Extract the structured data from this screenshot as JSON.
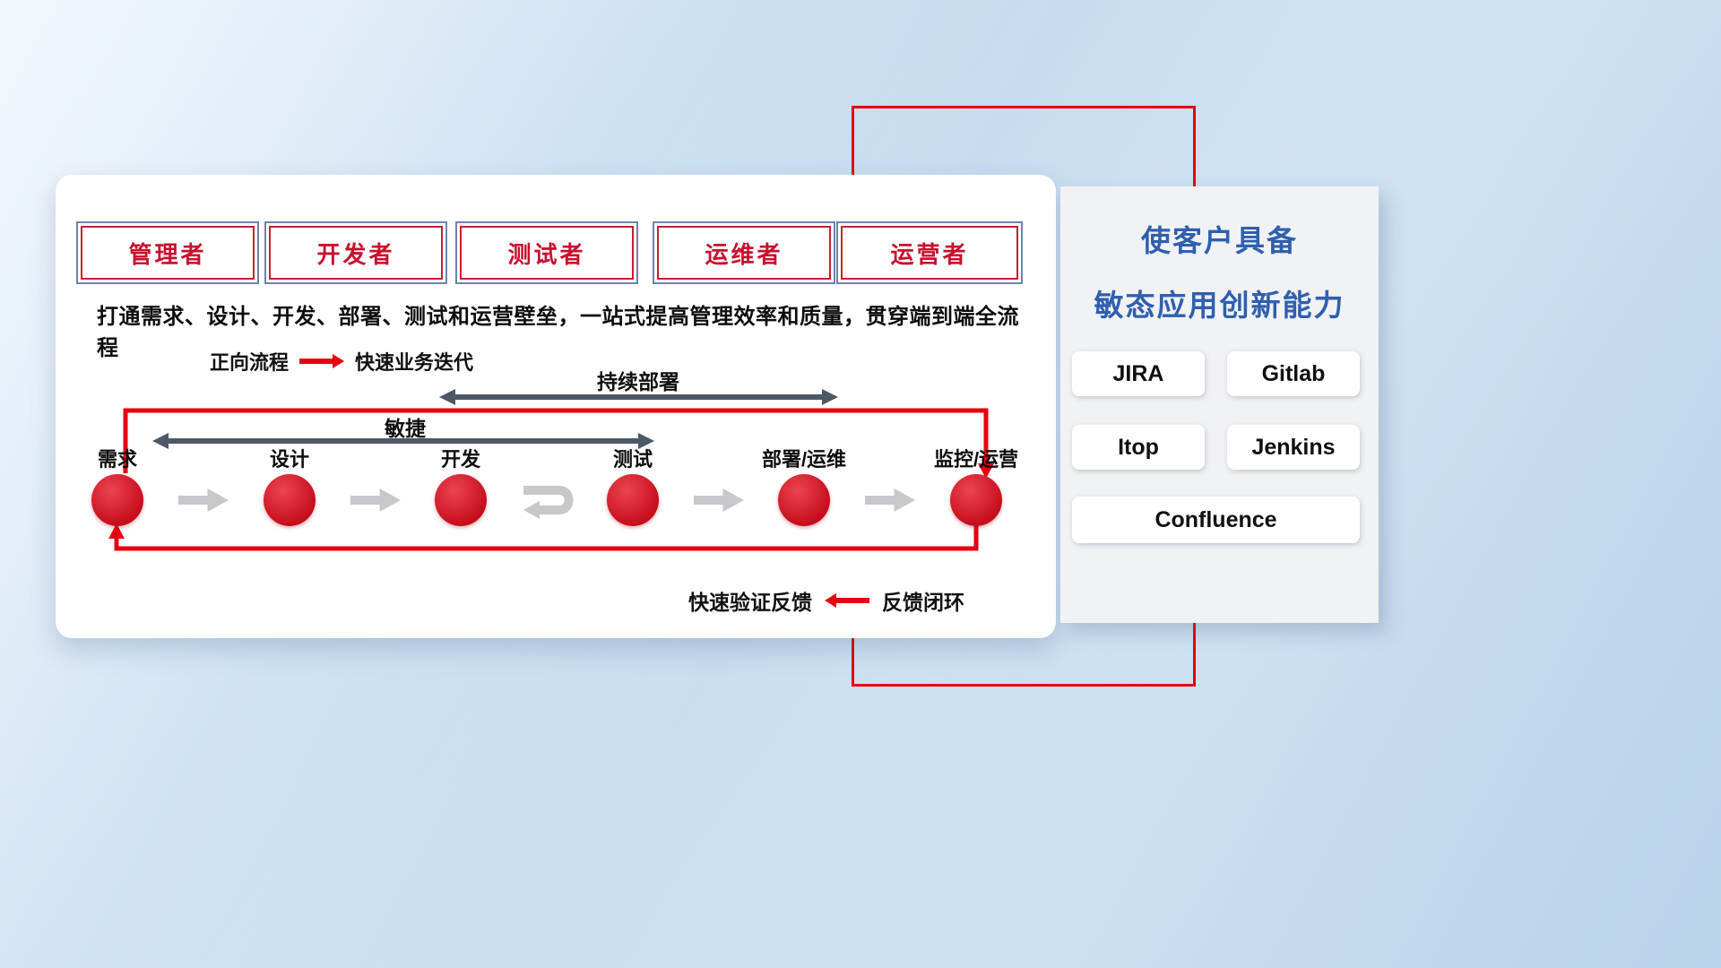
{
  "roles": [
    "管理者",
    "开发者",
    "测试者",
    "运维者",
    "运营者"
  ],
  "headline": "打通需求、设计、开发、部署、测试和运营壁垒，一站式提高管理效率和质量，贯穿端到端全流程",
  "forward_legend": {
    "label": "正向流程",
    "desc": "快速业务迭代"
  },
  "feedback_legend": {
    "label": "快速验证反馈",
    "desc": "反馈闭环"
  },
  "flow": {
    "stages": [
      "需求",
      "设计",
      "开发",
      "测试",
      "部署/运维",
      "监控/运营"
    ],
    "agile_label": "敏捷",
    "cd_label": "持续部署"
  },
  "panel": {
    "title_line1": "使客户具备",
    "title_line2": "敏态应用创新能力",
    "tools": [
      "JIRA",
      "Gitlab",
      "Itop",
      "Jenkins",
      "Confluence"
    ]
  },
  "colors": {
    "accent_red": "#e60012",
    "title_blue": "#2f5fae",
    "dark_arrow": "#4d5866",
    "light_arrow": "#c6c8cc",
    "role_border_red": "#c8202f",
    "role_border_blue": "#6d84aa"
  }
}
